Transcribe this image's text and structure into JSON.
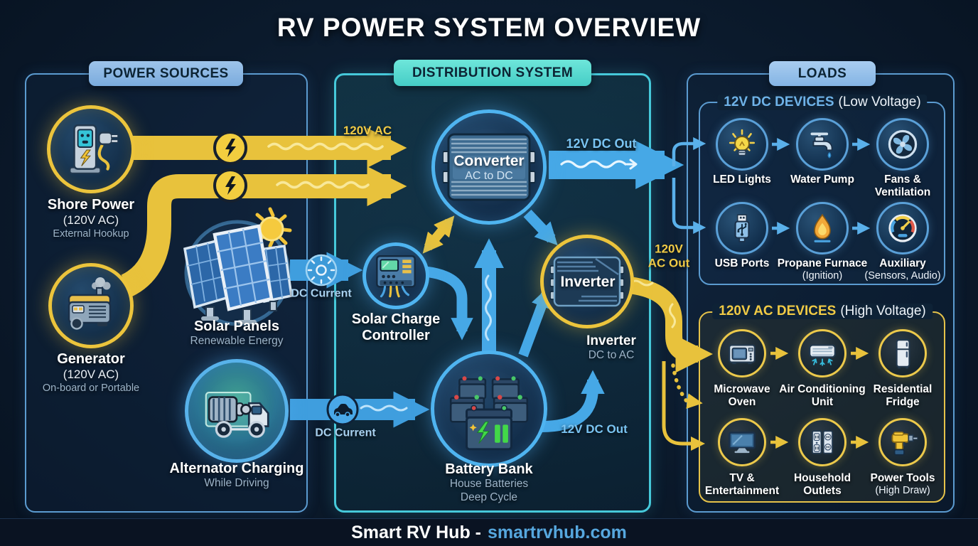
{
  "title": "RV POWER SYSTEM OVERVIEW",
  "footer": {
    "brand": "Smart RV Hub -",
    "site": "smartrvhub.com"
  },
  "sections": {
    "sources": {
      "header": "POWER SOURCES",
      "shore": {
        "name": "Shore Power",
        "volts": "(120V AC)",
        "desc": "External Hookup"
      },
      "generator": {
        "name": "Generator",
        "volts": "(120V AC)",
        "desc": "On-board or Portable"
      },
      "solar": {
        "name": "Solar Panels",
        "desc": "Renewable Energy"
      },
      "alternator": {
        "name": "Alternator Charging",
        "desc": "While Driving"
      }
    },
    "distribution": {
      "header": "DISTRIBUTION SYSTEM",
      "converter": {
        "name": "Converter",
        "mode": "AC to DC"
      },
      "controller": {
        "name": "Solar Charge Controller"
      },
      "inverter": {
        "name": "Inverter",
        "mode": "DC to AC"
      },
      "battery": {
        "name": "Battery Bank",
        "desc1": "House Batteries",
        "desc2": "Deep Cycle"
      }
    },
    "loads": {
      "header": "LOADS",
      "dc": {
        "title": "12V DC DEVICES",
        "subtitle": "(Low Voltage)",
        "items": [
          {
            "label": "LED Lights"
          },
          {
            "label": "Water Pump"
          },
          {
            "label": "Fans & Ventilation"
          },
          {
            "label": "USB Ports"
          },
          {
            "label": "Propane Furnace",
            "sub": "(Ignition)"
          },
          {
            "label": "Auxiliary",
            "sub": "(Sensors, Audio)"
          }
        ]
      },
      "ac": {
        "title": "120V AC DEVICES",
        "subtitle": "(High Voltage)",
        "items": [
          {
            "label": "Microwave Oven"
          },
          {
            "label": "Air Conditioning Unit"
          },
          {
            "label": "Residential Fridge"
          },
          {
            "label": "TV & Entertainment"
          },
          {
            "label": "Household Outlets"
          },
          {
            "label": "Power Tools",
            "sub": "(High Draw)"
          }
        ]
      }
    }
  },
  "flow_labels": {
    "shore_ac": "120V AC",
    "converter_out": "12V DC Out",
    "solar_dc": "DC Current",
    "alternator_dc": "DC Current",
    "battery_out": "12V DC Out",
    "inverter_out_1": "120V",
    "inverter_out_2": "AC Out"
  },
  "colors": {
    "accent_yellow": "#EDC53F",
    "accent_blue": "#4AA3E0",
    "accent_cyan": "#46C9DA",
    "panel_border_blue": "#5B9BD0"
  }
}
